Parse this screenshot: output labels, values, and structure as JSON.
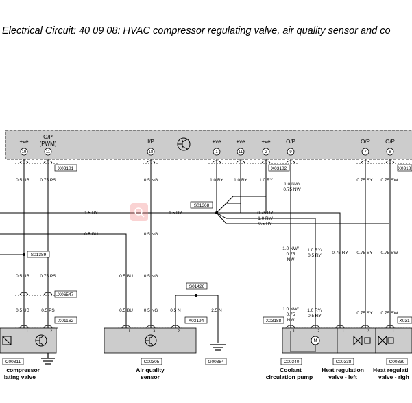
{
  "title": "Electrical Circuit: 40 09 08: HVAC compressor regulating valve, air quality sensor and co",
  "module": {
    "pins": [
      {
        "label": "+ve",
        "num": "19"
      },
      {
        "label": "O/P",
        "label2": "(PWM)",
        "num": "11"
      },
      {
        "label": "I/P",
        "num": "18"
      },
      {
        "label": "+ve",
        "num": "1"
      },
      {
        "label": "+ve",
        "num": "11"
      },
      {
        "label": "+ve",
        "num": "2"
      },
      {
        "label": "O/P",
        "num": "9"
      },
      {
        "label": "O/P",
        "num": "7"
      },
      {
        "label": "O/P",
        "num": "8"
      }
    ]
  },
  "connectors": {
    "x03181": "X03181",
    "x03182": "X03182",
    "x0318_right": "X0318",
    "s01368": "S01368",
    "s01389": "S01389",
    "x06547": "X06547",
    "x01162": "X01162",
    "x03194": "X03194",
    "s01426": "S01426",
    "x03188": "X03188",
    "x031_right": "X031"
  },
  "wires": {
    "ub_a": "0.5 UB",
    "ps_a": "0.75 PS",
    "ng_a": "0.5 NG",
    "ry_10_a": "1.0 RY",
    "ry_10_b": "1.0 RY",
    "ry_10_c": "1.0 RY",
    "nw_a1": "1.0 NW/",
    "nw_a2": "0.75 NW",
    "sy_a": "0.75 SY",
    "sw_a": "0.75 SW",
    "ry_15_left": "1.5 RY",
    "ry_15_right": "1.5 RY",
    "ry_075_a": "0.75 RY",
    "ry_10_d": "1.0 RY/",
    "ry_05_a": "0.5 RY",
    "bu_a": "0.5 BU",
    "ng_b": "0.5 NG",
    "nw_b1": "1.0 NW/",
    "nw_b2": "0.75",
    "nw_b3": "NW",
    "ry_10_e": "1.0 RY/",
    "ry_05_b": "0.5 RY",
    "ry_075_b": "0.75 RY",
    "sy_b": "0.75 SY",
    "sw_b": "0.75 SW",
    "ub_b": "0.5 UB",
    "ps_b": "0.75 PS",
    "bu_b": "0.5 BU",
    "ng_c": "0.5 NG",
    "ub_c": "0.5 UB",
    "ps_c": "0.5 PS",
    "bu_c": "0.5 BU",
    "ng_d": "0.5 NG",
    "n_05": "0.5 N",
    "n_25": "2.5 N",
    "nw_c1": "1.0 NW/",
    "nw_c2": "0.75",
    "nw_c3": "NW",
    "ry_10_f": "1.0 RY/",
    "ry_05_c": "0.5 RY",
    "sy_c": "0.75 SY",
    "sw_c": "0.75 SW"
  },
  "pins_small": {
    "left1": "1",
    "left2": "2",
    "aq1": "1",
    "aq3": "3",
    "aq2": "2",
    "cp1": "1",
    "cp2": "2",
    "hl1": "1",
    "hl3": "3",
    "hr1": "1"
  },
  "components": {
    "c00311": "C00311",
    "c00311_cap1": "compressor",
    "c00311_cap2": "lating valve",
    "c00305": "C00305",
    "c00305_cap1": "Air quality",
    "c00305_cap2": "sensor",
    "g00384": "G00384",
    "c00340": "C00340",
    "c00340_cap1": "Coolant",
    "c00340_cap2": "circulation pump",
    "c00338": "C00338",
    "c00338_cap1": "Heat regulation",
    "c00338_cap2": "valve - left",
    "c00339": "C00339",
    "c00339_cap1": "Heat regulati",
    "c00339_cap2": "valve - righ"
  },
  "colors": {
    "module_fill": "#cccccc",
    "zoom_marker": "#f08080"
  },
  "icons": [
    "transistor-icon",
    "motor-icon",
    "valve-icon",
    "ground-icon",
    "zoom-marker-icon"
  ]
}
